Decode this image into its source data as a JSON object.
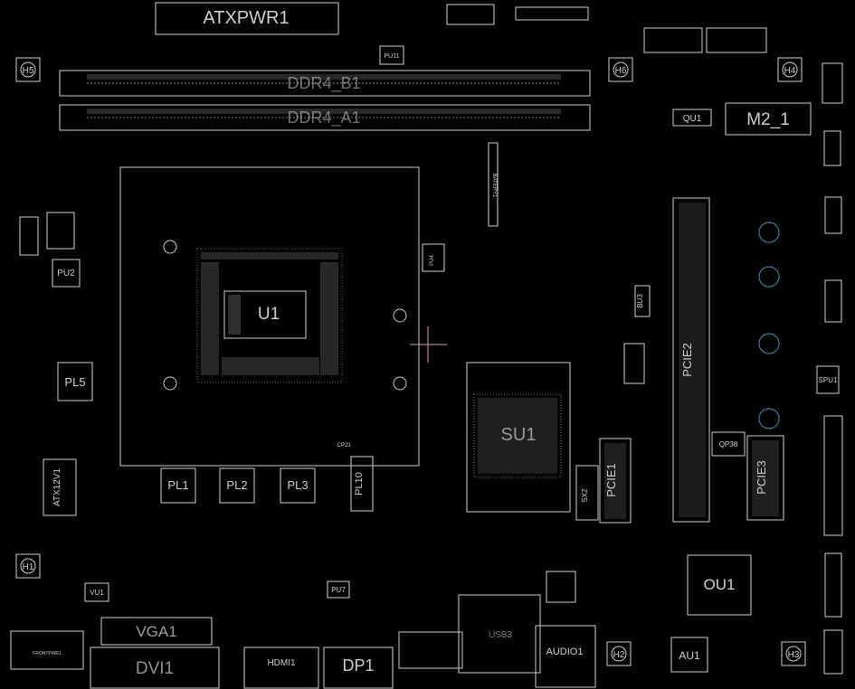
{
  "labels": {
    "atxpwr": "ATXPWR1",
    "ddr4_b1": "DDR4_B1",
    "ddr4_a1": "DDR4_A1",
    "m2": "M2_1",
    "qu1": "QU1",
    "u1": "U1",
    "su1": "SU1",
    "pu2": "PU2",
    "pl5": "PL5",
    "pl1": "PL1",
    "pl2": "PL2",
    "pl3": "PL3",
    "pl10": "PL10",
    "pcie1": "PCIE1",
    "pcie2": "PCIE2",
    "pcie3": "PCIE3",
    "ou1": "OU1",
    "au1": "AU1",
    "vga1": "VGA1",
    "dvi1": "DVI1",
    "hdmi1": "HDMI1",
    "dp1": "DP1",
    "audio1": "AUDIO1",
    "usb3": "USB3",
    "batery": "BATERY1",
    "h1": "H1",
    "h2": "H2",
    "h3": "H3",
    "h4": "H4",
    "h5": "H5",
    "h6": "H6",
    "spu1": "SPU1",
    "bu3": "BU3",
    "pu7": "PU7",
    "vu1": "VU1",
    "fsw": "FRONTPWR1",
    "sx2": "SX2",
    "atx12v": "ATX12V1",
    "pu11": "PU11",
    "pu4": "PU4",
    "qp38": "QP38",
    "cp23": "CP23"
  },
  "colors": {
    "stroke": "#cfcfcf",
    "background": "#000000",
    "hole": "#2a8a94",
    "marker": "#d9a3b0"
  }
}
